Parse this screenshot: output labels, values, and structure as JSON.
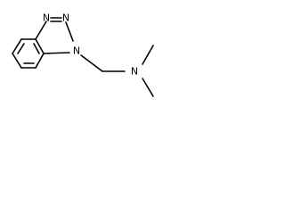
{
  "molecule": {
    "atom_labels": {
      "n1": "N",
      "n2": "N",
      "n3": "N",
      "n_amine": "N"
    },
    "colors": {
      "bond": "#000000",
      "label": "#000000",
      "background": "#ffffff"
    }
  }
}
